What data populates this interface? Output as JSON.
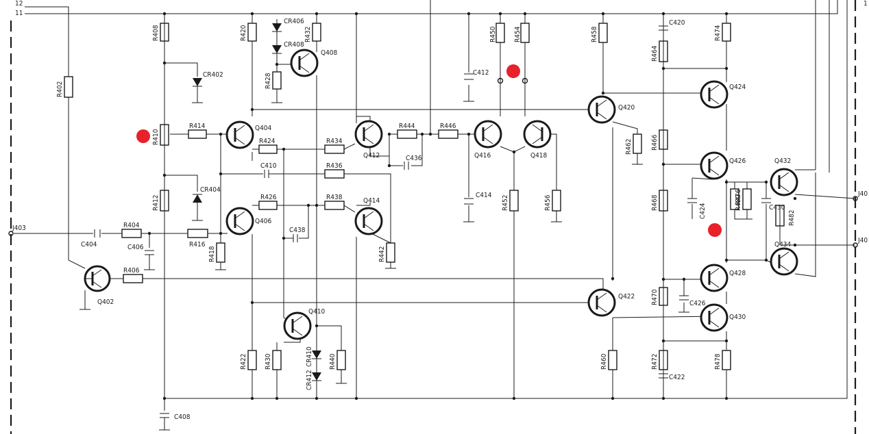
{
  "connectors": {
    "j403": "J403",
    "j40_top": "J40",
    "j40_bottom": "J40",
    "p12": "12",
    "p11": "11",
    "right_edge_mark": "1"
  },
  "resistors": {
    "R402": "R402",
    "R404": "R404",
    "R406": "R406",
    "R408": "R408",
    "R410": "R410",
    "R412": "R412",
    "R414": "R414",
    "R416": "R416",
    "R418": "R418",
    "R420": "R420",
    "R422": "R422",
    "R424": "R424",
    "R426": "R426",
    "R428": "R428",
    "R430": "R430",
    "R432": "R432",
    "R434": "R434",
    "R436": "R436",
    "R438": "R438",
    "R440": "R440",
    "R442": "R442",
    "R444": "R444",
    "R446": "R446",
    "R450": "R450",
    "R452": "R452",
    "R454": "R454",
    "R456": "R456",
    "R458": "R458",
    "R460": "R460",
    "R462": "R462",
    "R464": "R464",
    "R466": "R466",
    "R468": "R468",
    "R470": "R470",
    "R472": "R472",
    "R474": "R474",
    "R476": "R476",
    "R478": "R478",
    "R480": "R480",
    "R482": "R482"
  },
  "capacitors": {
    "C404": "C404",
    "C406": "C406",
    "C408": "C408",
    "C410": "C410",
    "C412": "C412",
    "C414": "C414",
    "C420": "C420",
    "C422": "C422",
    "C424": "C424",
    "C426": "C426",
    "C430": "C430",
    "C436": "C436",
    "C438": "C438"
  },
  "diodes": {
    "CR402": "CR402",
    "CR404": "CR404",
    "CR406": "CR406",
    "CR408": "CR408",
    "CR410": "CR410",
    "CR412": "CR412"
  },
  "transistors": {
    "Q402": "Q402",
    "Q404": "Q404",
    "Q406": "Q406",
    "Q408": "Q408",
    "Q410": "Q410",
    "Q412": "Q412",
    "Q414": "Q414",
    "Q416": "Q416",
    "Q418": "Q418",
    "Q420": "Q420",
    "Q422": "Q422",
    "Q424": "Q424",
    "Q426": "Q426",
    "Q428": "Q428",
    "Q430": "Q430",
    "Q432": "Q432",
    "Q434": "Q434"
  },
  "markers": {
    "color": "#e8212a",
    "count": 3
  }
}
